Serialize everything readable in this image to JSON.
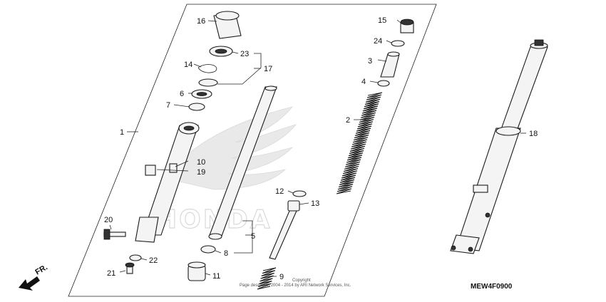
{
  "callouts": {
    "c1": "1",
    "c2": "2",
    "c3": "3",
    "c4": "4",
    "c5": "5",
    "c6": "6",
    "c7": "7",
    "c8": "8",
    "c9": "9",
    "c10": "10",
    "c11": "11",
    "c12": "12",
    "c13": "13",
    "c14": "14",
    "c15": "15",
    "c16": "16",
    "c17": "17",
    "c18": "18",
    "c19": "19",
    "c20": "20",
    "c21": "21",
    "c22": "22",
    "c23": "23",
    "c24": "24"
  },
  "direction_label": "FR.",
  "diagram_code": "MEW4F0900",
  "watermark_text": "HONDA",
  "copyright_line1": "Copyright",
  "copyright_line2": "Page design (c) 2004 - 2014 by ARI Network Services, Inc.",
  "colors": {
    "line": "#222222",
    "watermark": "#bbbbbb",
    "part_fill": "#f4f4f4"
  }
}
